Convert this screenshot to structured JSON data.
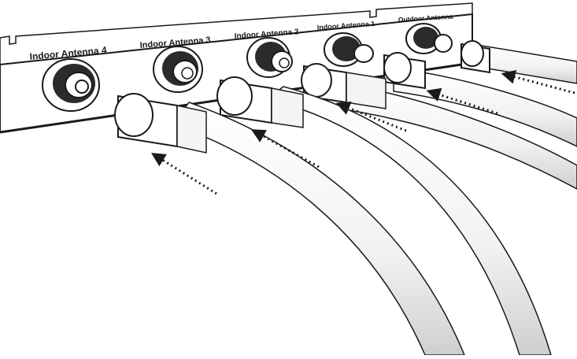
{
  "ports": [
    {
      "id": "indoor-antenna-4",
      "label": "Indoor Antenna 4"
    },
    {
      "id": "indoor-antenna-3",
      "label": "Indoor Antenna 3"
    },
    {
      "id": "indoor-antenna-2",
      "label": "Indoor Antenna 2"
    },
    {
      "id": "indoor-antenna-1",
      "label": "Indoor Antenna 1"
    },
    {
      "id": "outdoor-antenna",
      "label": "Outdoor Antenna"
    }
  ],
  "colors": {
    "outline": "#1a1a1a",
    "panel": "#ffffff",
    "connector_dark": "#2b2b2b",
    "cable_shade": "#d9d9d9"
  },
  "icons": [
    "coax-connector-icon",
    "coax-cable-icon",
    "insert-arrow-icon"
  ]
}
